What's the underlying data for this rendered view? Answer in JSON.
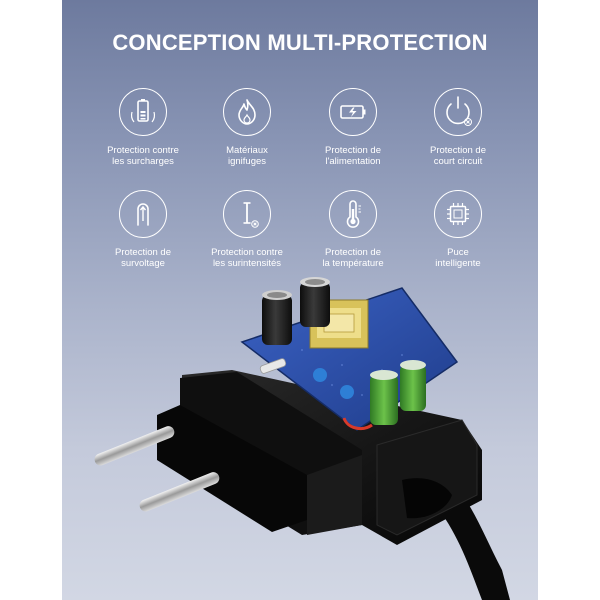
{
  "title": "CONCEPTION MULTI-PROTECTION",
  "features": [
    {
      "label": "Protection contre\nles surcharges",
      "icon": "battery-icon"
    },
    {
      "label": "Matériaux\nignifuges",
      "icon": "flame-icon"
    },
    {
      "label": "Protection de\nl'alimentation",
      "icon": "power-battery-icon"
    },
    {
      "label": "Protection de\ncourt circuit",
      "icon": "power-off-icon"
    },
    {
      "label": "Protection de\nsurvoltage",
      "icon": "voltage-up-icon"
    },
    {
      "label": "Protection contre\nles surintensités",
      "icon": "current-icon"
    },
    {
      "label": "Protection de\nla température",
      "icon": "thermometer-icon"
    },
    {
      "label": "Puce\nintelligente",
      "icon": "chip-icon"
    }
  ],
  "colors": {
    "background_top": "#6d7a9e",
    "background_bottom": "#d2d7e4",
    "text": "#ffffff",
    "pcb": "#2d4fa8",
    "adapter": "#111111"
  }
}
